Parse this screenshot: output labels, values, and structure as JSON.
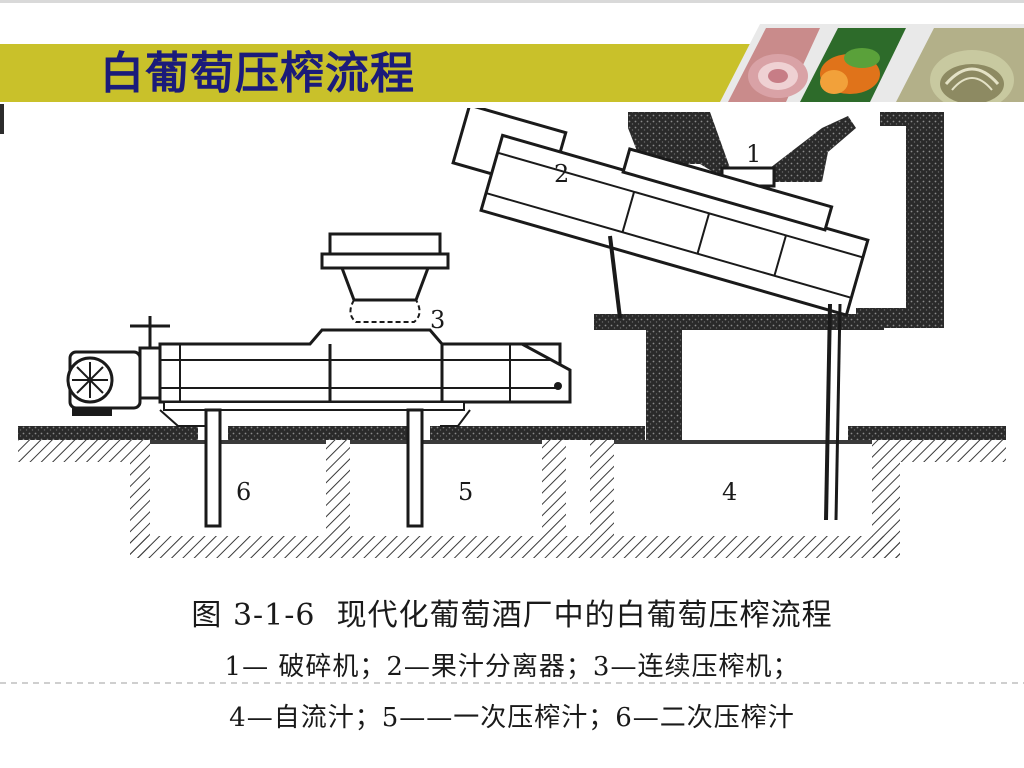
{
  "slide": {
    "title": "白葡萄压榨流程"
  },
  "figure": {
    "labels": {
      "l1": "1",
      "l2": "2",
      "l3": "3",
      "l4": "4",
      "l5": "5",
      "l6": "6"
    },
    "caption": {
      "title": "图 3-1-6  现代化葡萄酒厂中的白葡萄压榨流程",
      "line1": "1— 破碎机；2—果汁分离器；3—连续压榨机；",
      "line2": "4—自流汁；5——一次压榨汁；6—二次压榨汁"
    }
  },
  "colors": {
    "title_bar": "#c9c12a",
    "title_text": "#1b1b7a",
    "ink": "#1a1a1a"
  }
}
